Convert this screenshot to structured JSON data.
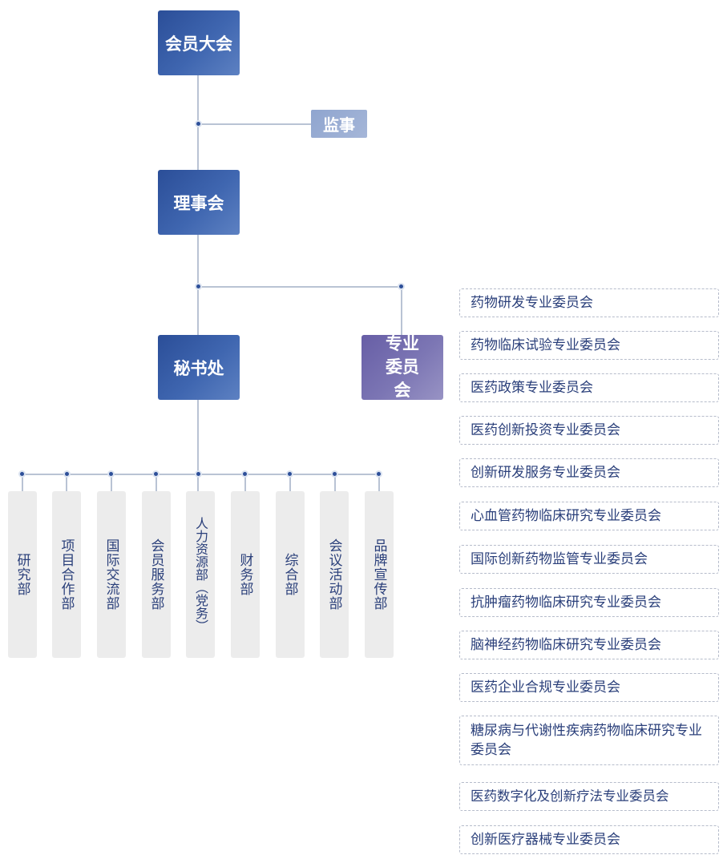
{
  "org": {
    "general_assembly": "会员大会",
    "supervisor": "监事",
    "council": "理事会",
    "secretariat": "秘书处",
    "committees_header": "专业委员会"
  },
  "departments": [
    "研究部",
    "项目合作部",
    "国际交流部",
    "会员服务部",
    "人力资源部（党务）",
    "财务部",
    "综合部",
    "会议活动部",
    "品牌宣传部"
  ],
  "committees": [
    "药物研发专业委员会",
    "药物临床试验专业委员会",
    "医药政策专业委员会",
    "医药创新投资专业委员会",
    "创新研发服务专业委员会",
    "心血管药物临床研究专业委员会",
    "国际创新药物监管专业委员会",
    "抗肿瘤药物临床研究专业委员会",
    "脑神经药物临床研究专业委员会",
    "医药企业合规专业委员会",
    "糖尿病与代谢性疾病药物临床研究专业委员会",
    "医药数字化及创新疗法专业委员会",
    "创新医疗器械专业委员会"
  ],
  "colors": {
    "primary_blue": "#3a5fa9",
    "committee_purple": "#7770b0",
    "supervisor_blue": "#a1b3d6",
    "connector_dot": "#2d4f99",
    "text_navy": "#2a3f7a"
  }
}
